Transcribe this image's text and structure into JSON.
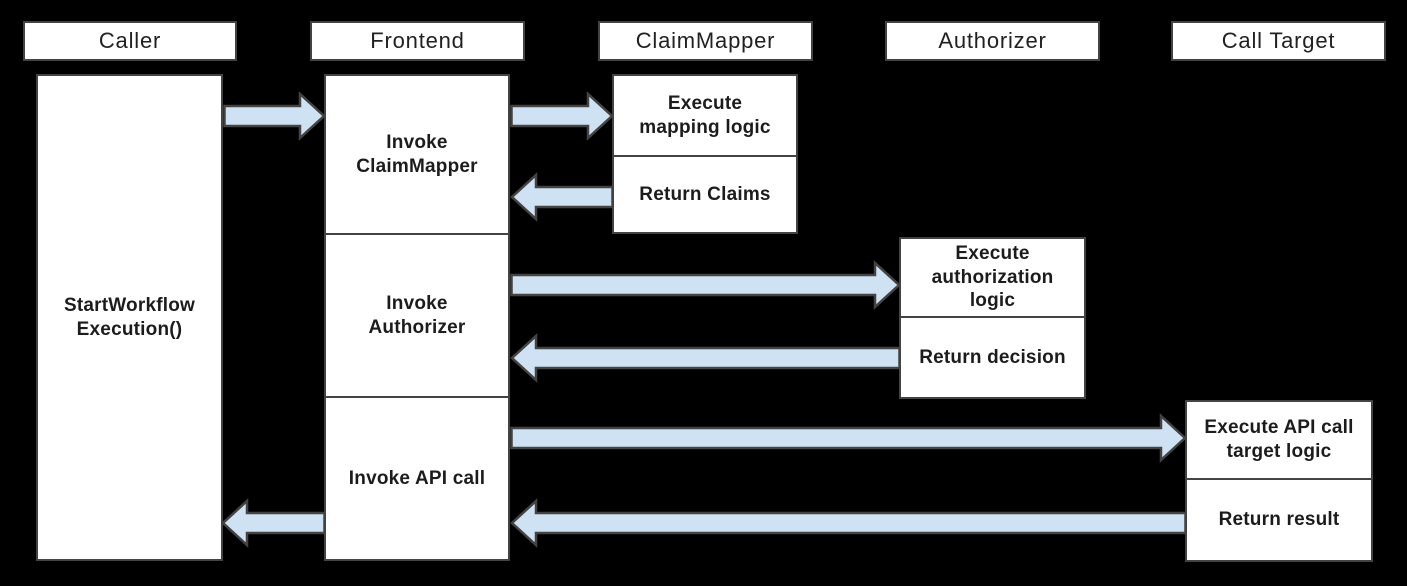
{
  "diagram": {
    "type": "sequence-diagram",
    "lanes": [
      {
        "id": "caller",
        "header": "Caller"
      },
      {
        "id": "frontend",
        "header": "Frontend"
      },
      {
        "id": "claimmapper",
        "header": "ClaimMapper"
      },
      {
        "id": "authorizer",
        "header": "Authorizer"
      },
      {
        "id": "calltarget",
        "header": "Call Target"
      }
    ],
    "boxes": {
      "caller": [
        {
          "label": "StartWorkflow\nExecution()"
        }
      ],
      "frontend": [
        {
          "label": "Invoke\nClaimMapper"
        },
        {
          "label": "Invoke\nAuthorizer"
        },
        {
          "label": "Invoke API call"
        }
      ],
      "claimmapper": [
        {
          "label": "Execute\nmapping logic"
        },
        {
          "label": "Return Claims"
        }
      ],
      "authorizer": [
        {
          "label": "Execute\nauthorization\nlogic"
        },
        {
          "label": "Return decision"
        }
      ],
      "calltarget": [
        {
          "label": "Execute API call\ntarget logic"
        },
        {
          "label": "Return result"
        }
      ]
    },
    "flows": [
      {
        "from": "Caller",
        "to": "Frontend",
        "direction": "right"
      },
      {
        "from": "Frontend",
        "to": "ClaimMapper",
        "direction": "right"
      },
      {
        "from": "ClaimMapper",
        "to": "Frontend",
        "direction": "left"
      },
      {
        "from": "Frontend",
        "to": "Authorizer",
        "direction": "right"
      },
      {
        "from": "Authorizer",
        "to": "Frontend",
        "direction": "left"
      },
      {
        "from": "Frontend",
        "to": "Call Target",
        "direction": "right"
      },
      {
        "from": "Call Target",
        "to": "Frontend",
        "direction": "left"
      },
      {
        "from": "Frontend",
        "to": "Caller",
        "direction": "left"
      }
    ],
    "colors": {
      "background": "#000000",
      "box_fill": "#ffffff",
      "box_border": "#434343",
      "arrow_fill": "#cfe2f3",
      "arrow_stroke": "#434343",
      "header_text": "#212121",
      "box_text": "#1c1c1c"
    }
  }
}
